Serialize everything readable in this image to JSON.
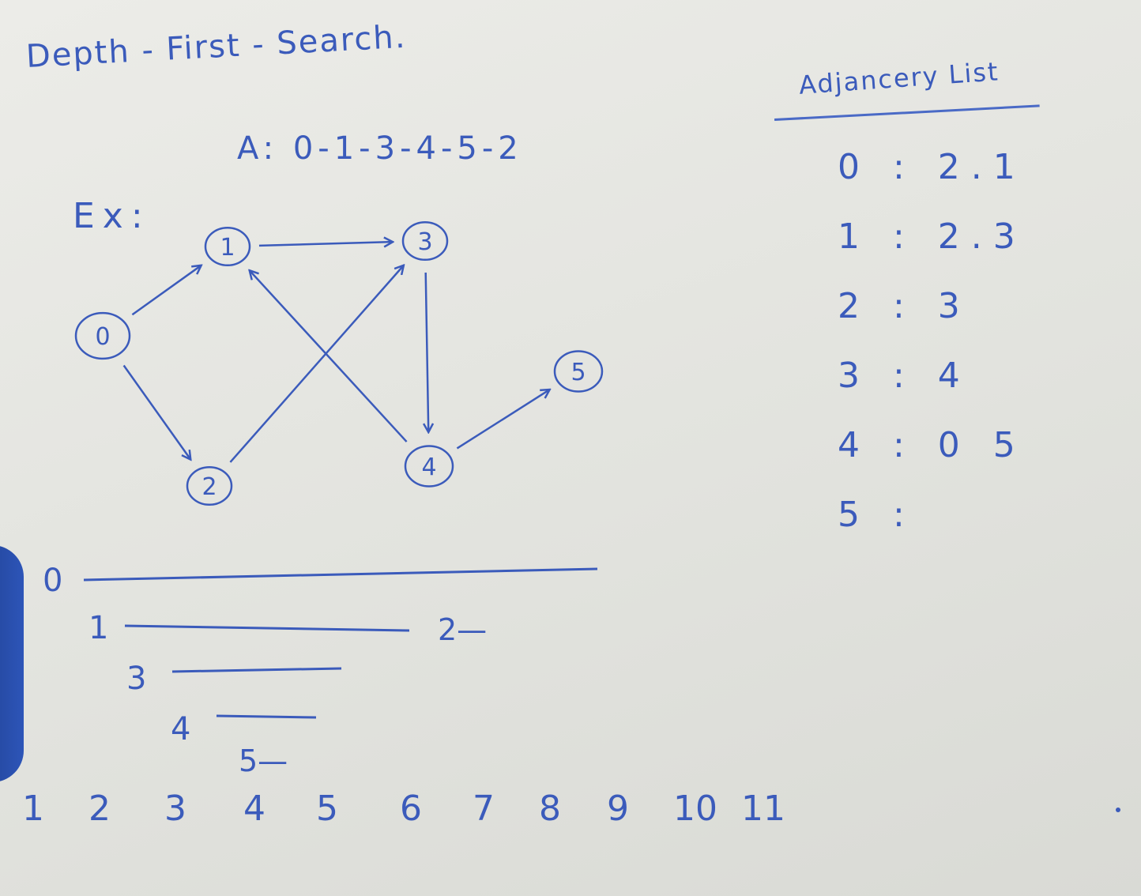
{
  "title": "Depth - First - Search.",
  "answer": "A: 0-1-3-4-5-2",
  "example_label": "Ex:",
  "graph": {
    "nodes": [
      {
        "id": "0",
        "label": "0"
      },
      {
        "id": "1",
        "label": "1"
      },
      {
        "id": "2",
        "label": "2"
      },
      {
        "id": "3",
        "label": "3"
      },
      {
        "id": "4",
        "label": "4"
      },
      {
        "id": "5",
        "label": "5"
      }
    ],
    "edges": [
      {
        "from": "0",
        "to": "1"
      },
      {
        "from": "0",
        "to": "2"
      },
      {
        "from": "1",
        "to": "3"
      },
      {
        "from": "2",
        "to": "3"
      },
      {
        "from": "3",
        "to": "4"
      },
      {
        "from": "4",
        "to": "1"
      },
      {
        "from": "4",
        "to": "5"
      }
    ]
  },
  "adjacency_list": {
    "title": "Adjancery List",
    "rows": [
      {
        "node": "0",
        "text": "0 : 2.1"
      },
      {
        "node": "1",
        "text": "1 : 2.3"
      },
      {
        "node": "2",
        "text": "2 : 3"
      },
      {
        "node": "3",
        "text": "3 : 4"
      },
      {
        "node": "4",
        "text": "4 : 0 5"
      },
      {
        "node": "5",
        "text": "5 :"
      }
    ]
  },
  "timeline": {
    "rows": [
      {
        "label": "0",
        "tail": ""
      },
      {
        "label": "1",
        "tail": "2—"
      },
      {
        "label": "3",
        "tail": ""
      },
      {
        "label": "4",
        "tail": ""
      },
      {
        "label": "",
        "tail": "5—"
      }
    ],
    "ticks": [
      "1",
      "2",
      "3",
      "4",
      "5",
      "6",
      "7",
      "8",
      "9",
      "10",
      "11"
    ]
  },
  "colors": {
    "ink": "#3b5bbb",
    "paper": "#e4e4df"
  }
}
